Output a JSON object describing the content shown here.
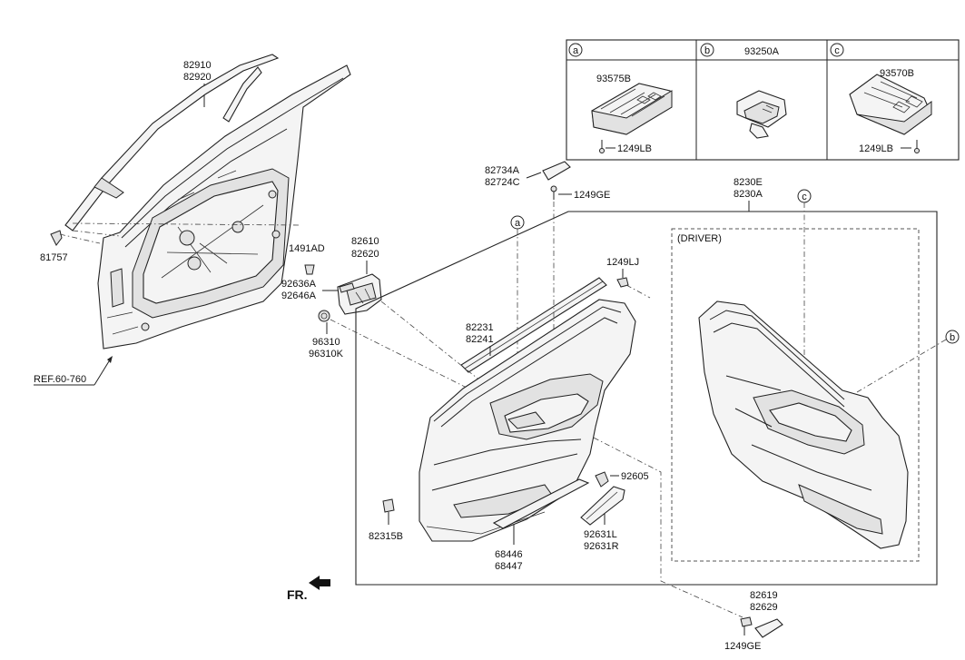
{
  "callouts": {
    "a": "a",
    "b": "b",
    "c": "c"
  },
  "inset": {
    "a_part": "93575B",
    "a_screw": "1249LB",
    "b_part": "93250A",
    "c_part": "93570B",
    "c_screw": "1249LB"
  },
  "labels": {
    "p82910": "82910",
    "p82920": "82920",
    "p81757": "81757",
    "ref": "REF.60-760",
    "p1491AD": "1491AD",
    "p92636A": "92636A",
    "p92646A": "92646A",
    "p82610": "82610",
    "p82620": "82620",
    "p96310": "96310",
    "p96310K": "96310K",
    "p82734A": "82734A",
    "p82724C": "82724C",
    "p1249GE_top": "1249GE",
    "p8230E": "8230E",
    "p8230A": "8230A",
    "p1249LJ": "1249LJ",
    "p82231": "82231",
    "p82241": "82241",
    "driver": "(DRIVER)",
    "p92605": "92605",
    "p82315B": "82315B",
    "p68446": "68446",
    "p68447": "68447",
    "p92631L": "92631L",
    "p92631R": "92631R",
    "p82619": "82619",
    "p82629": "82629",
    "p1249GE_bottom": "1249GE",
    "fr": "FR."
  }
}
